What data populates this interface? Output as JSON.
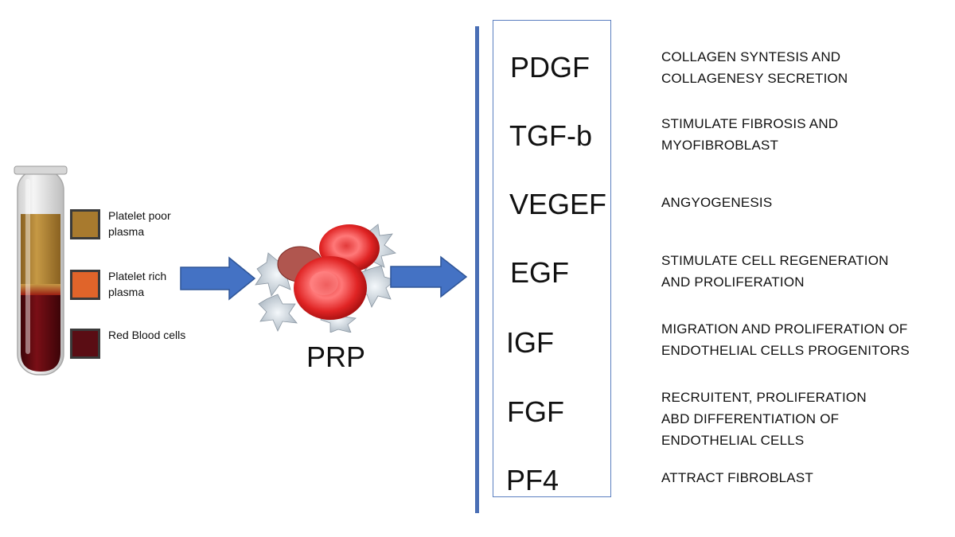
{
  "legend": [
    {
      "label": "Platelet poor plasma",
      "color": "#a87a2e"
    },
    {
      "label": "Platelet rich plasma",
      "color": "#e0642a"
    },
    {
      "label": "Red Blood cells",
      "color": "#5a0d14"
    }
  ],
  "prp_label": "PRP",
  "factors": [
    {
      "name": "PDGF",
      "description": [
        "COLLAGEN SYNTESIS AND",
        "COLLAGENESY SECRETION"
      ]
    },
    {
      "name": "TGF-b",
      "description": [
        "STIMULATE FIBROSIS AND",
        "MYOFIBROBLAST"
      ]
    },
    {
      "name": "VEGEF",
      "description": [
        "ANGYOGENESIS"
      ]
    },
    {
      "name": "EGF",
      "description": [
        "STIMULATE CELL REGENERATION",
        "AND PROLIFERATION"
      ]
    },
    {
      "name": "IGF",
      "description": [
        "MIGRATION AND PROLIFERATION OF",
        "ENDOTHELIAL CELLS PROGENITORS"
      ]
    },
    {
      "name": "FGF",
      "description": [
        "RECRUITENT, PROLIFERATION",
        "ABD DIFFERENTIATION OF",
        "ENDOTHELIAL CELLS"
      ]
    },
    {
      "name": "PF4",
      "description": [
        "ATTRACT FIBROBLAST"
      ]
    }
  ],
  "colors": {
    "arrow": "#4472c4",
    "divider": "#4a6fb5",
    "box_border": "#5b7fc0"
  }
}
